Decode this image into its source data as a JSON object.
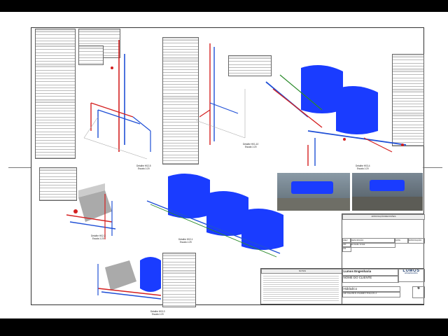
{
  "sheet": {
    "firm": "Lumos Engenharia",
    "client": "NOME DO CLIENTE",
    "discipline": "Hidráulico",
    "drawing_title": "DETALHES ISOMÉTRICOS 2",
    "sheet_number": "6",
    "logo_text": "LUMOS",
    "logo_sub": "ENGENHARIA"
  },
  "colors": {
    "cold_water": "#1f4fd6",
    "hot_water": "#d42020",
    "drain": "#2a8a2a",
    "tank": "#1a3cff",
    "frame": "#333333"
  },
  "details": [
    {
      "id": "d1",
      "title": "Detalhe H02-5",
      "scale": "Escala 1:20"
    },
    {
      "id": "d2",
      "title": "Detalhe H01-10",
      "scale": "Escala 1:20"
    },
    {
      "id": "d3",
      "title": "Detalhe H03-4",
      "scale": "Escala 1:20"
    },
    {
      "id": "d4",
      "title": "Detalhe H02-3",
      "scale": "Escala 1:20"
    },
    {
      "id": "d5",
      "title": "Detalhe H02-1",
      "scale": "Escala 1:25"
    },
    {
      "id": "d6",
      "title": "Detalhe H03-3",
      "scale": "Escala 1:20"
    }
  ],
  "revision_block": {
    "header": "APROVAÇÃO/REVISÕES",
    "columns": [
      "REV",
      "DESCRIÇÃO",
      "DATA",
      "APROVAÇÃO"
    ],
    "rows": [
      [
        "R0",
        "Emissão inicial",
        "",
        ""
      ],
      [
        "R1",
        "",
        "",
        ""
      ]
    ]
  },
  "notes": {
    "header": "NOTAS"
  },
  "icons": {
    "logo": "lumos-logo-icon"
  }
}
